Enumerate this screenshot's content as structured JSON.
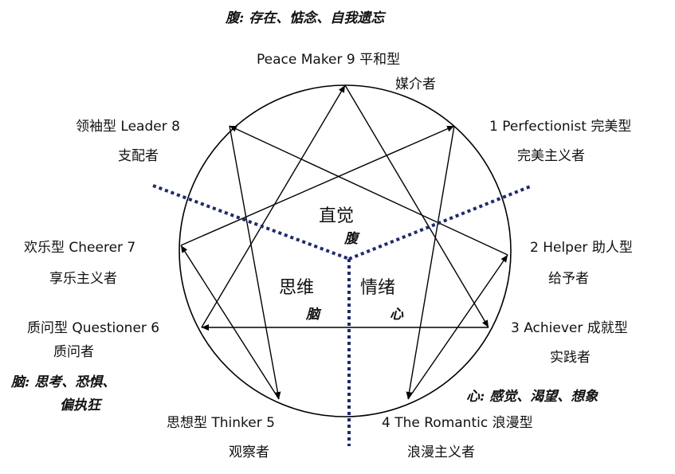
{
  "header": {
    "gut_note": "腹: 存在、惦念、自我遗忘"
  },
  "center": {
    "intuition": "直觉",
    "gut": "腹",
    "thinking": "思维",
    "brain": "脑",
    "feeling": "情绪",
    "heart": "心"
  },
  "types": {
    "t9": {
      "title": "Peace Maker 9 平和型",
      "sub": "媒介者"
    },
    "t1": {
      "title": "1 Perfectionist 完美型",
      "sub": "完美主义者"
    },
    "t2": {
      "title": "2 Helper 助人型",
      "sub": "给予者"
    },
    "t3": {
      "title": "3 Achiever 成就型",
      "sub": "实践者"
    },
    "t4": {
      "title": "4 The Romantic 浪漫型",
      "sub": "浪漫主义者"
    },
    "t5": {
      "title": "思想型 Thinker 5",
      "sub": "观察者"
    },
    "t6": {
      "title": "质问型 Questioner 6",
      "sub": "质问者"
    },
    "t7": {
      "title": "欢乐型 Cheerer 7",
      "sub": "享乐主义者"
    },
    "t8": {
      "title": "领袖型 Leader 8",
      "sub": "支配者"
    }
  },
  "notes": {
    "brain_line1": "脑: 思考、恐惧、",
    "brain_line2": "偏执狂",
    "heart_note": "心: 感觉、渴望、想象"
  }
}
